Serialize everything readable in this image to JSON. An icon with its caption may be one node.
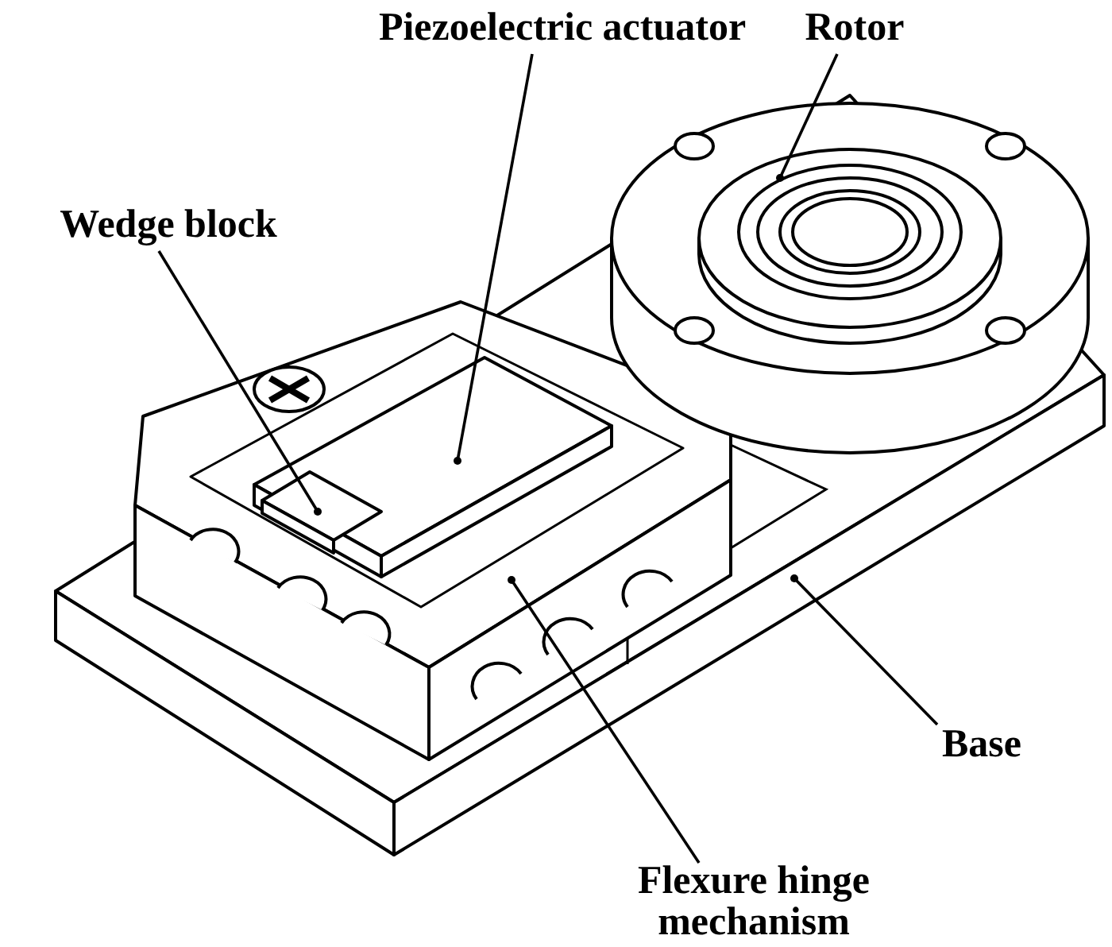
{
  "diagram": {
    "nodes": [
      {
        "text": [
          "Piezoelectric actuator"
        ]
      },
      {
        "text": [
          "Rotor"
        ]
      },
      {
        "text": [
          "Wedge block"
        ]
      },
      {
        "text": [
          "Base"
        ]
      },
      {
        "text": [
          "Flexure hinge mechanism"
        ]
      },
      {
        "text": [],
        "shape": "picture"
      },
      {
        "text": [],
        "shape": "picture",
        "in": 9
      },
      {
        "text": [],
        "shape": "picture",
        "in": 6
      },
      {
        "text": [],
        "shape": "picture",
        "in": 5
      },
      {
        "text": [],
        "shape": "picture",
        "in": 5
      }
    ],
    "edges": [
      {
        "from": 0,
        "to": 6,
        "arrow": "other"
      },
      {
        "from": 1,
        "to": 8,
        "arrow": "other"
      },
      {
        "from": 2,
        "to": 7,
        "arrow": "other"
      },
      {
        "from": 3,
        "to": 5,
        "arrow": "other"
      },
      {
        "from": 4,
        "to": 9,
        "arrow": "other"
      }
    ]
  }
}
